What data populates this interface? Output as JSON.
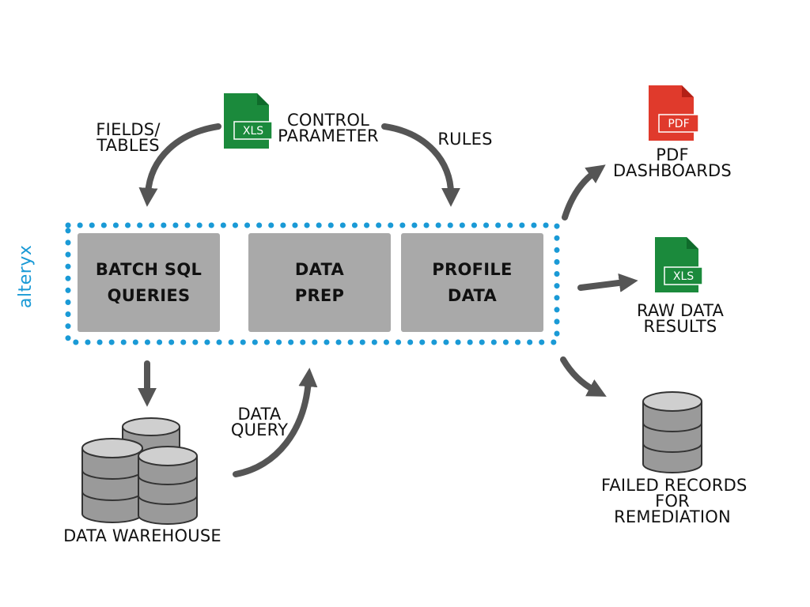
{
  "platform_label": "alteryx",
  "steps": [
    {
      "label": "BATCH SQL\nQUERIES"
    },
    {
      "label": "DATA\nPREP"
    },
    {
      "label": "PROFILE\nDATA"
    }
  ],
  "inputs": {
    "control_file_ext": "XLS",
    "control_label": "CONTROL\nPARAMETER",
    "fields_label": "FIELDS/\nTABLES",
    "rules_label": "RULES"
  },
  "warehouse": {
    "label": "DATA WAREHOUSE",
    "query_label": "DATA\nQUERY"
  },
  "outputs": [
    {
      "file_ext": "PDF",
      "label": "PDF\nDASHBOARDS"
    },
    {
      "file_ext": "XLS",
      "label": "RAW DATA\nRESULTS"
    },
    {
      "label": "FAILED RECORDS\nFOR\nREMEDIATION"
    }
  ],
  "colors": {
    "dotted_border": "#1a9ad6",
    "box_fill": "#a9a9a9",
    "xls_green": "#1b8a3c",
    "pdf_red": "#e03a2c",
    "arrow": "#555555"
  }
}
